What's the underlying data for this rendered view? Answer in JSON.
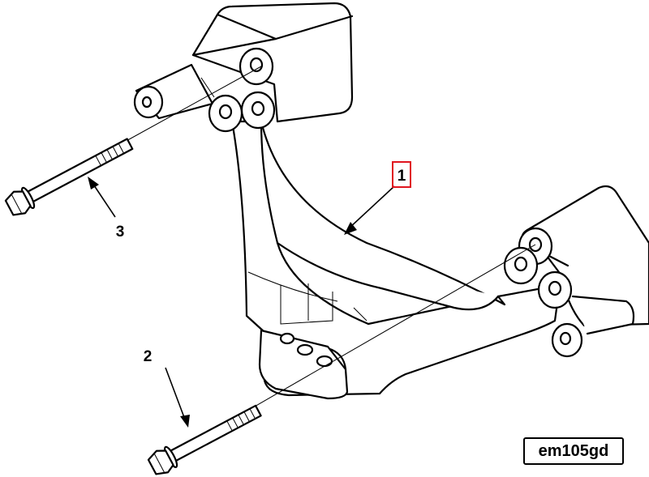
{
  "callouts": [
    {
      "id": "1",
      "label": "1",
      "highlighted": true
    },
    {
      "id": "2",
      "label": "2",
      "highlighted": false
    },
    {
      "id": "3",
      "label": "3",
      "highlighted": false
    }
  ],
  "figure_code": "em105gd",
  "colors": {
    "ink": "#000000",
    "highlight": "#e0141e",
    "background": "#ffffff"
  }
}
